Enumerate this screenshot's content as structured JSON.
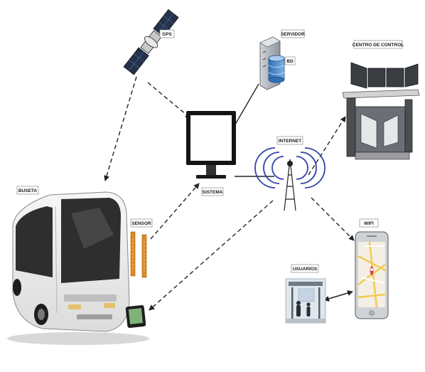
{
  "diagram": {
    "labels": {
      "gps": "GPS",
      "servidor": "SERVIDOR",
      "bd": "BD",
      "centro_control": "CENTRO DE CONTROL",
      "internet": "INTERNET",
      "sistema": "SISTEMA",
      "buseta": "BUSETA",
      "sensor": "SENSOR",
      "wifi": "WIFI",
      "usuarios": "USUARIOS"
    },
    "icons": [
      "satellite-icon",
      "server-icon",
      "database-icon",
      "control-center-icon",
      "antenna-icon",
      "monitor-icon",
      "bus-icon",
      "sensor-icon",
      "gps-device-icon",
      "smartphone-icon",
      "bus-stop-icon"
    ],
    "colors": {
      "connector": "#222222",
      "sensor": "#e08a1e",
      "bus_glass": "#2e2e2e",
      "screen": "#ffffff",
      "map_pin": "#d23b3b",
      "antenna_wave": "#3344aa"
    }
  }
}
